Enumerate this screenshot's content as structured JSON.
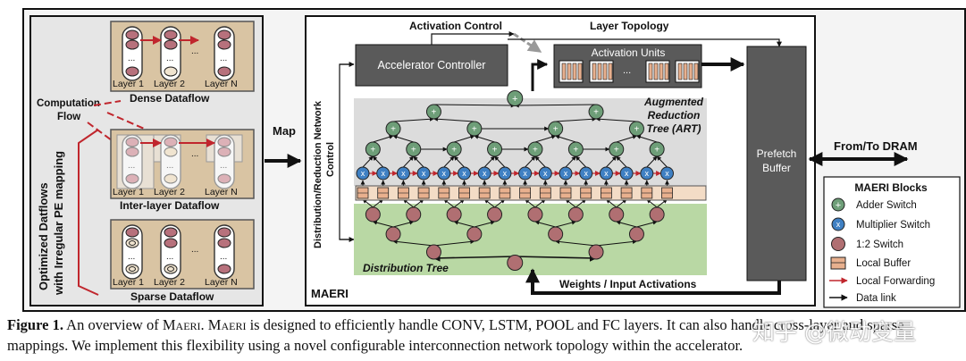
{
  "left_panel": {
    "dense_caption": "Dense Dataflow",
    "inter_caption": "Inter-layer Dataflow",
    "sparse_caption": "Sparse Dataflow",
    "layer_labels": [
      "Layer 1",
      "Layer 2",
      "Layer N"
    ],
    "ellipsis": "...",
    "computation_flow": [
      "Computation",
      "Flow"
    ],
    "vertical_title": [
      "Optimized Datflows",
      "with Irregular PE mapping"
    ]
  },
  "map_label": "Map",
  "maeri": {
    "label": "MAERI",
    "activation_control": "Activation Control",
    "layer_topology": "Layer Topology",
    "accelerator_controller": "Accelerator Controller",
    "activation_units": "Activation Units",
    "distribution_control": [
      "Distribution/Reduction Network",
      "Control"
    ],
    "art_label": [
      "Augmented",
      "Reduction",
      "Tree (ART)"
    ],
    "distribution_tree": "Distribution Tree",
    "prefetch_buffer": [
      "Prefetch",
      "Buffer"
    ],
    "weights_label": "Weights / Input Activations",
    "from_to_dram": "From/To DRAM",
    "adder_symbol": "+",
    "multiplier_symbol": "x"
  },
  "legend": {
    "title": "MAERI Blocks",
    "items": [
      {
        "icon": "adder-switch-icon",
        "label": "Adder Switch"
      },
      {
        "icon": "multiplier-switch-icon",
        "label": "Multiplier Switch"
      },
      {
        "icon": "one-two-switch-icon",
        "label": "1:2 Switch"
      },
      {
        "icon": "local-buffer-icon",
        "label": "Local Buffer"
      },
      {
        "icon": "local-forwarding-icon",
        "label": "Local Forwarding"
      },
      {
        "icon": "data-link-icon",
        "label": "Data link"
      }
    ]
  },
  "caption": {
    "figure_label": "Figure 1.",
    "text_a": " An overview of ",
    "name1": "Maeri",
    "text_b": ". ",
    "name2": "Maeri",
    "text_c": " is designed to efficiently handle CONV, LSTM, POOL and FC layers. It can also handle cross-layer and sparse mappings. We implement this flexibility using a novel configurable interconnection network topology within the accelerator."
  },
  "watermark": "知乎 @微动变量",
  "colors": {
    "panel_fill": "#e6e6e6",
    "layer_box": "#d9c4a3",
    "pe_fill": "#b7717c",
    "adder_fill": "#6e9e78",
    "multiplier_fill": "#3f80c3",
    "switch_fill": "#b06f72",
    "buffer_fill": "#e8b08e",
    "art_bg": "#dcdcdc",
    "dist_bg": "#b9d8a4",
    "controller_fill": "#5a5a5a",
    "forwarding_red": "#c0262d"
  }
}
